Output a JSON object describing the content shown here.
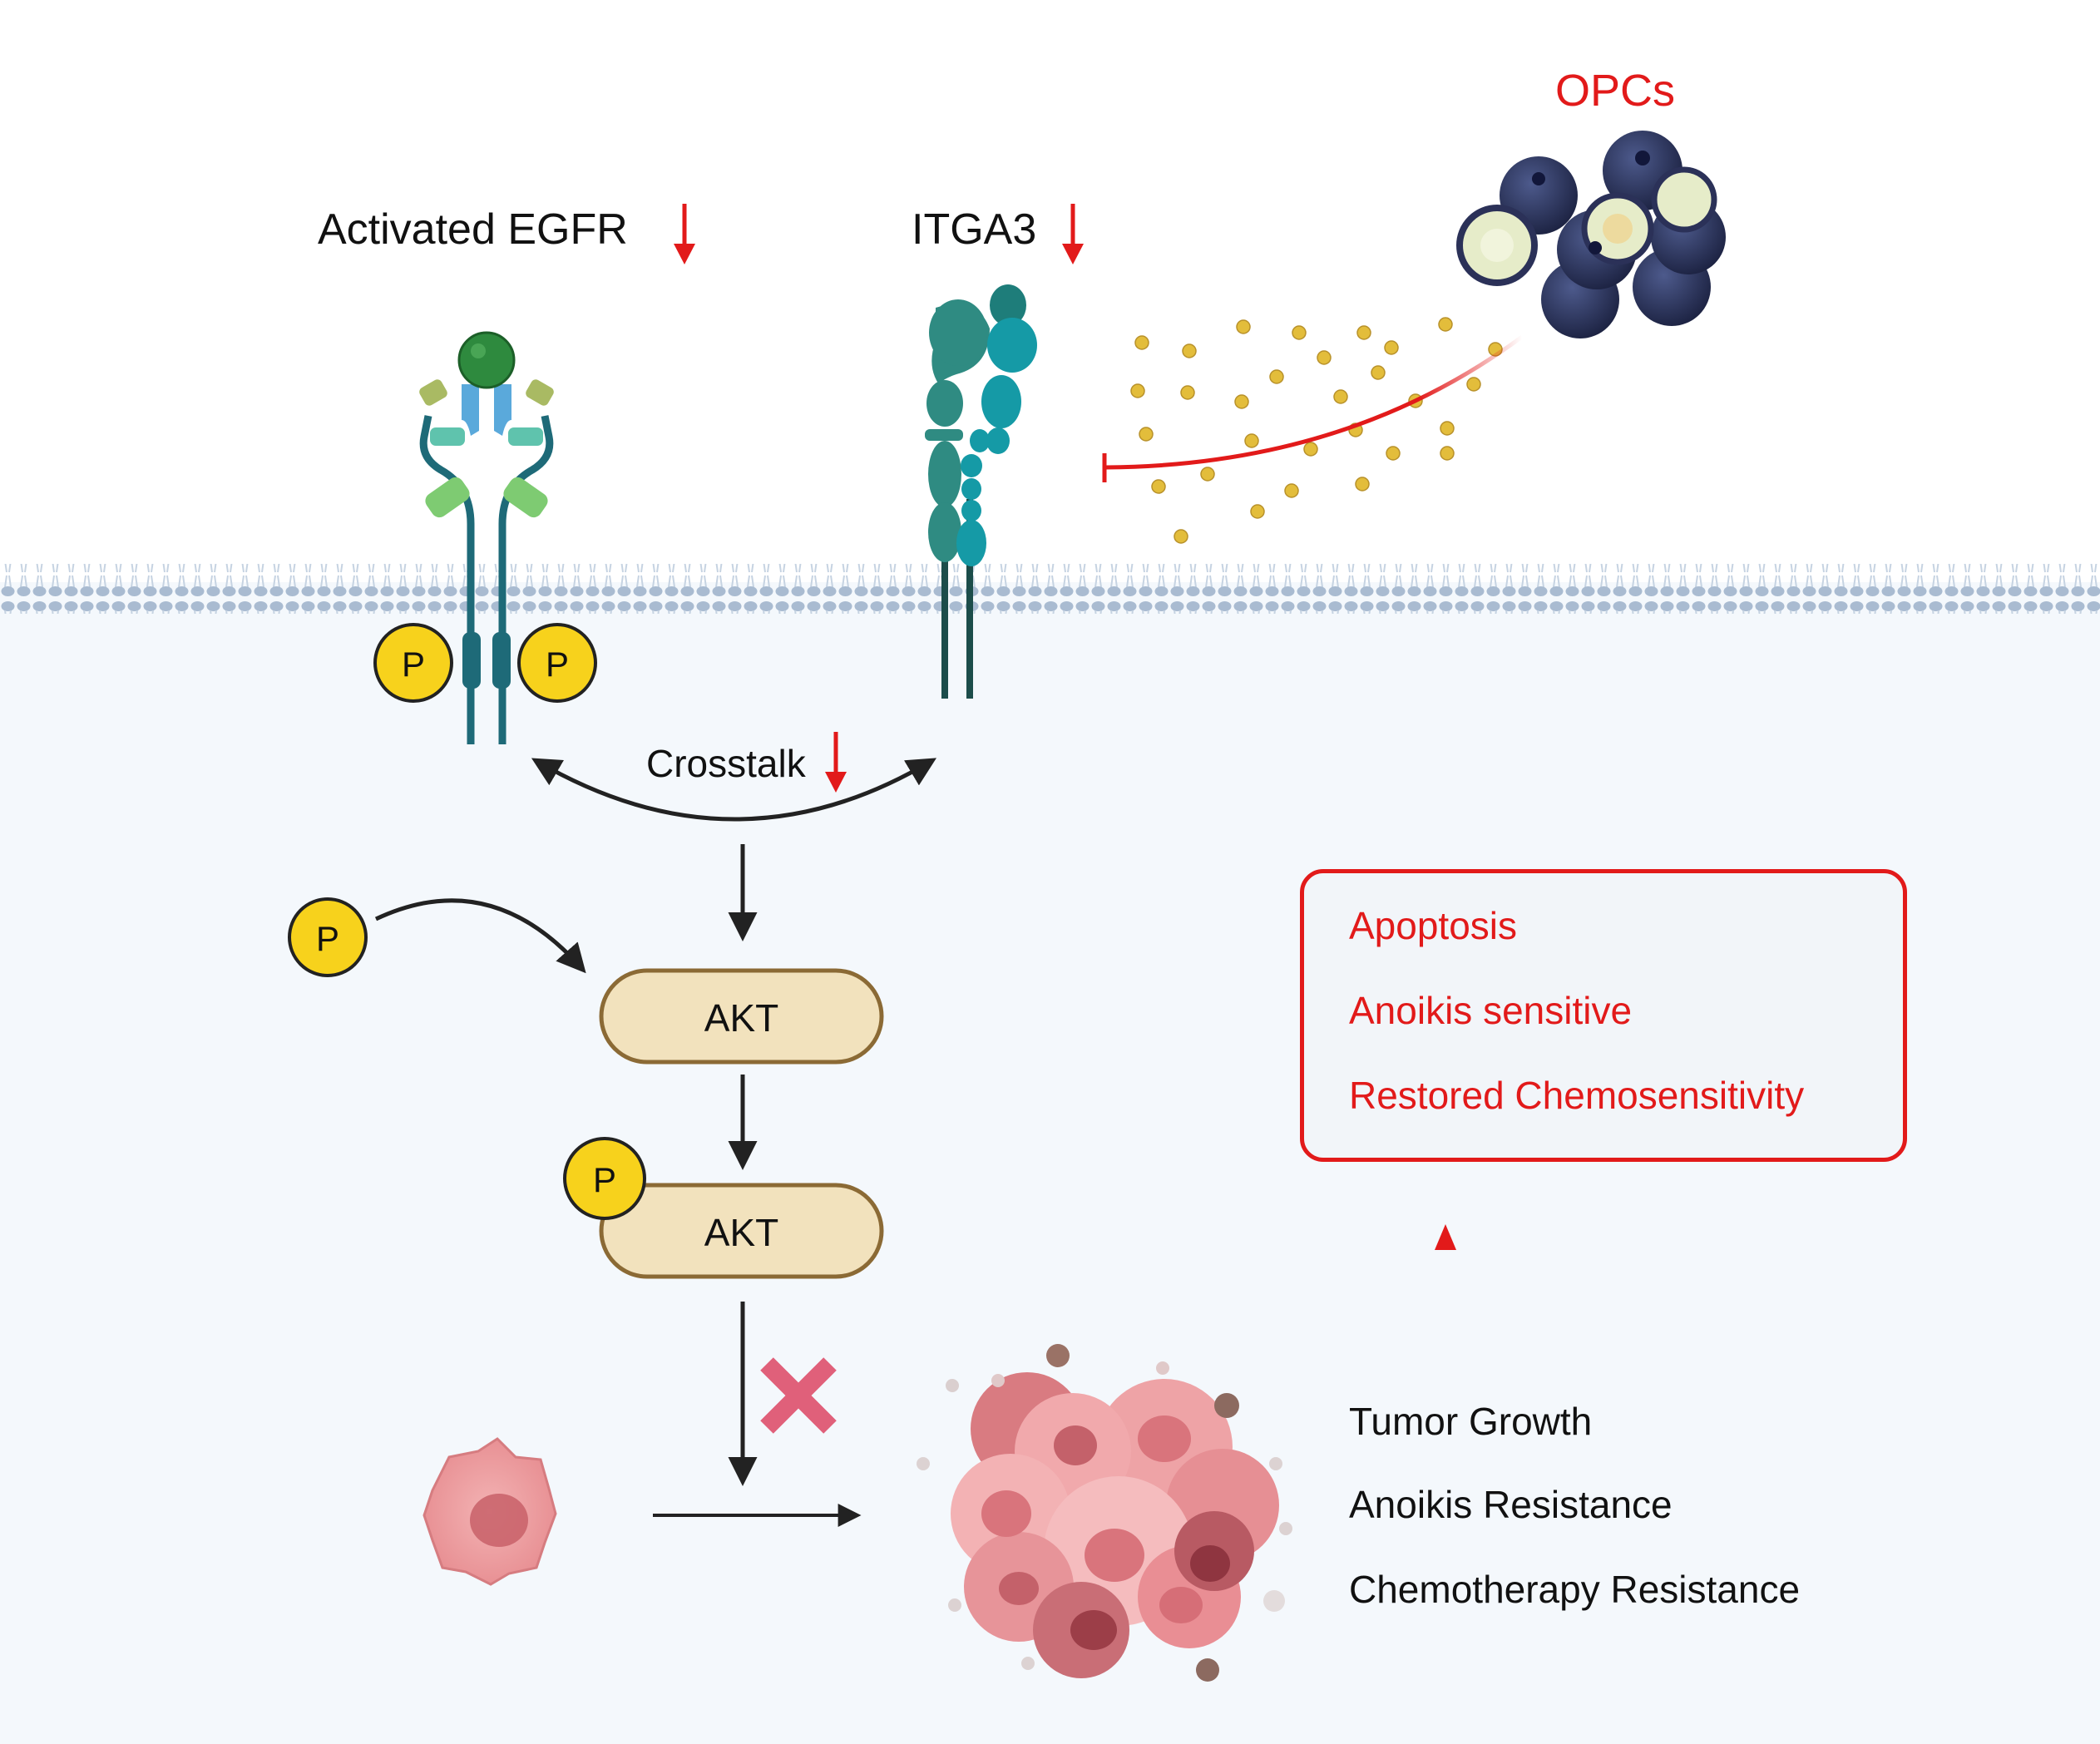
{
  "labels": {
    "egfr": "Activated EGFR",
    "itga3": "ITGA3",
    "opcs": "OPCs",
    "crosstalk": "Crosstalk",
    "phospho": "P",
    "akt": "AKT",
    "akt_phospho": "AKT"
  },
  "outcomes_up": [
    "Apoptosis",
    "Anoikis sensitive",
    "Restored Chemosensitivity"
  ],
  "outcomes_blocked": [
    "Tumor Growth",
    "Anoikis Resistance",
    "Chemotherapy Resistance"
  ],
  "colors": {
    "decrease_arrow": "#e21a1a",
    "inhibition": "#e21a1a",
    "phospho": "#f7d21c",
    "akt_fill": "#f2e2bd",
    "akt_stroke": "#8b6a35",
    "membrane": "#a9bbd1",
    "cytoplasm": "#f4f8fc",
    "cell": "#ea9a9c",
    "block_x": "#e0607a"
  },
  "icons": [
    "decrease-arrow-icon",
    "increase-arrow-icon",
    "block-x-icon",
    "phosphate-icon",
    "blueberry-icon"
  ]
}
